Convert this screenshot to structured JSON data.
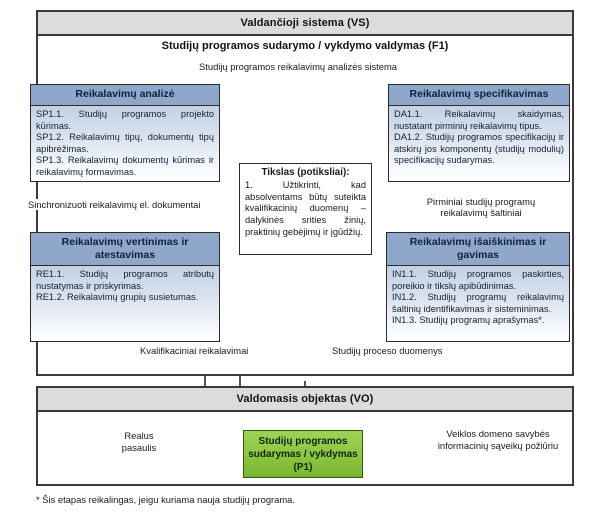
{
  "diagram": {
    "vs": {
      "title": "Valdančioji sistema (VS)"
    },
    "f1": {
      "title": "Studijų programos sudarymo / vykdymo valdymas (F1)"
    },
    "vo": {
      "title": "Valdomasis objektas (VO)"
    },
    "boxes": {
      "analize": {
        "title": "Reikalavimų analizė",
        "lines": [
          "SP1.1. Studijų programos projekto kūrimas.",
          "SP1.2. Reikalavimų tipų, dokumentų tipų apibrėžimas.",
          "SP1.3. Reikalavimų dokumentų kūrimas ir reikalavimų formavimas."
        ]
      },
      "specifikavimas": {
        "title": "Reikalavimų specifikavimas",
        "lines": [
          "DA1.1. Reikalavimų skaidymas, nustatant pirminių reikalavimų tipus.",
          "DA1.2. Studijų programos specifikacijų ir atskirų jos komponentų (studijų modulių) specifikacijų sudarymas."
        ]
      },
      "vertinimas": {
        "title": "Reikalavimų vertinimas ir atestavimas",
        "lines": [
          "RE1.1. Studijų programos atributų nustatymas ir priskyrimas.",
          "RE1.2. Reikalavimų grupių susietumas."
        ]
      },
      "isaiskinimas": {
        "title": "Reikalavimų išaiškinimas ir gavimas",
        "lines": [
          "IN1.1. Studijų programos paskirties, poreikio ir tikslų apibūdinimas.",
          "IN1.2. Studijų programų reikalavimų šaltinių identifikavimas ir sisteminimas.",
          "IN1.3. Studijų programų aprašymas*."
        ]
      }
    },
    "goal": {
      "title": "Tikslas (potiksliai):",
      "text": "1. Užtikrinti, kad absolventams būtų suteikta kvalifikacinių duomenų – dalykinės srities žinių, praktinių gebėjimų ir įgūdžių."
    },
    "process": {
      "label": "Studijų programos sudarymas / vykdymas (P1)"
    },
    "flows": {
      "top": "Studijų programos reikalavimų analizės sistema",
      "sync": "Sinchronizuoti reikalavimų el. dokumentai",
      "pirminiai": "Pirminiai studijų programų reikalavimų šaltiniai",
      "kvalifikaciniai": "Kvalifikaciniai reikalavimai",
      "proceso": "Studijų proceso duomenys",
      "realus": "Realus pasaulis",
      "veiklos": "Veiklos domeno savybės informacinių sąveikų požiūriu"
    },
    "footnote": "* Šis etapas reikalingas, jeigu kuriama nauja studijų programa.",
    "colors": {
      "header_bar": "#dcdcdc",
      "box_header": "#8fa7cb",
      "box_body_top": "#c3d1e6",
      "process_green": "#8cc63f",
      "line": "#2b2b2b"
    }
  }
}
